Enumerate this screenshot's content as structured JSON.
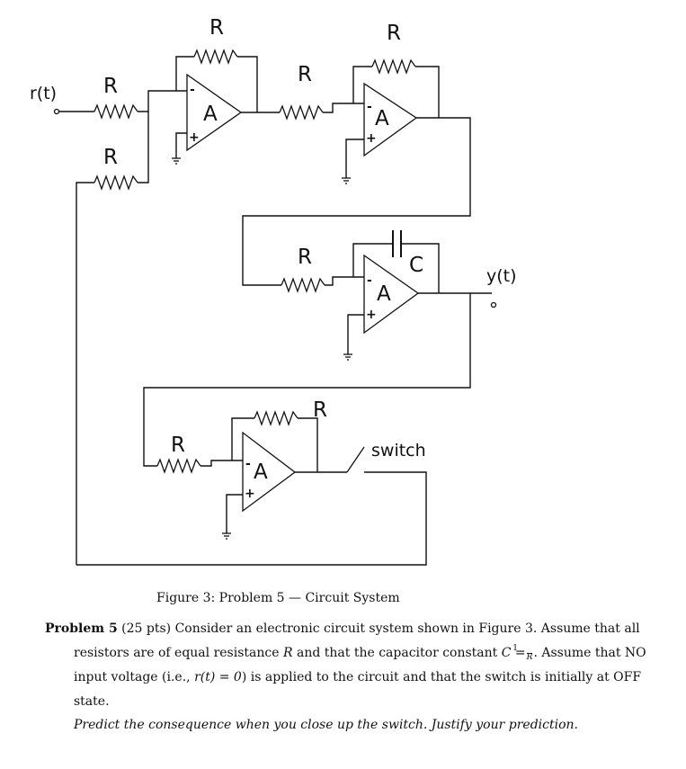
{
  "labels": {
    "r_in": "r(t)",
    "y_out": "y(t)",
    "resistor": "R",
    "capacitor": "C",
    "amplifier": "A",
    "minus": "-",
    "plus": "+",
    "switch": "switch"
  },
  "caption": "Figure 3: Problem 5 — Circuit System",
  "problem": {
    "heading": "Problem 5",
    "points": "(25 pts)",
    "text_1": "Consider an electronic circuit system shown in Figure 3. Assume that all resistors are of equal resistance",
    "var_R": "R",
    "text_2": "and that the capacitor constant",
    "eq_lhs": "C =",
    "frac_num": "1",
    "frac_den": "R",
    "text_3": ". Assume that NO input voltage (i.e.,",
    "eq_r": "r(t) = 0",
    "text_4": ") is applied to the circuit and that the switch is initially at OFF state."
  },
  "prompt": "Predict the consequence when you close up the switch. Justify your prediction."
}
